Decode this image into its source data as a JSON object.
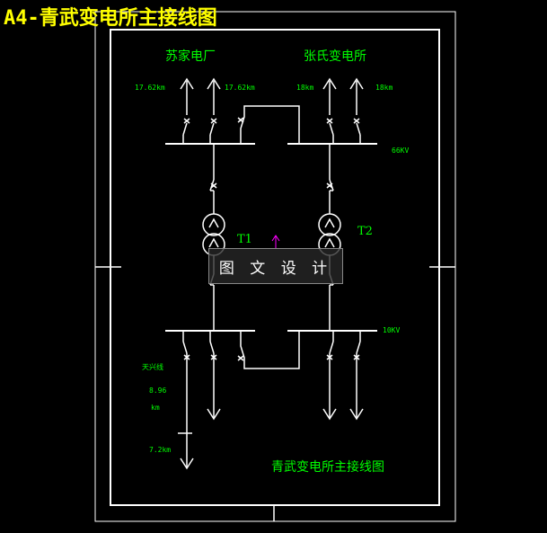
{
  "title": "A4-青武变电所主接线图",
  "colors": {
    "background": "#000000",
    "line": "#ffffff",
    "label": "#00ff00",
    "title": "#ffff00",
    "marker": "#ff00ff"
  },
  "labels": {
    "plant_left": "苏家电厂",
    "station_right": "张氏变电所",
    "dist_1": "17.62km",
    "dist_2": "17.62km",
    "dist_3": "18km",
    "dist_4": "18km",
    "voltage_high": "66KV",
    "t1": "T1",
    "t2": "T2",
    "voltage_low": "10KV",
    "line_name": "天兴线",
    "line_dist_a": "8.96",
    "line_dist_a_unit": "km",
    "line_dist_b": "7.2km",
    "caption": "青武变电所主接线图"
  },
  "watermark": "图 文 设 计"
}
